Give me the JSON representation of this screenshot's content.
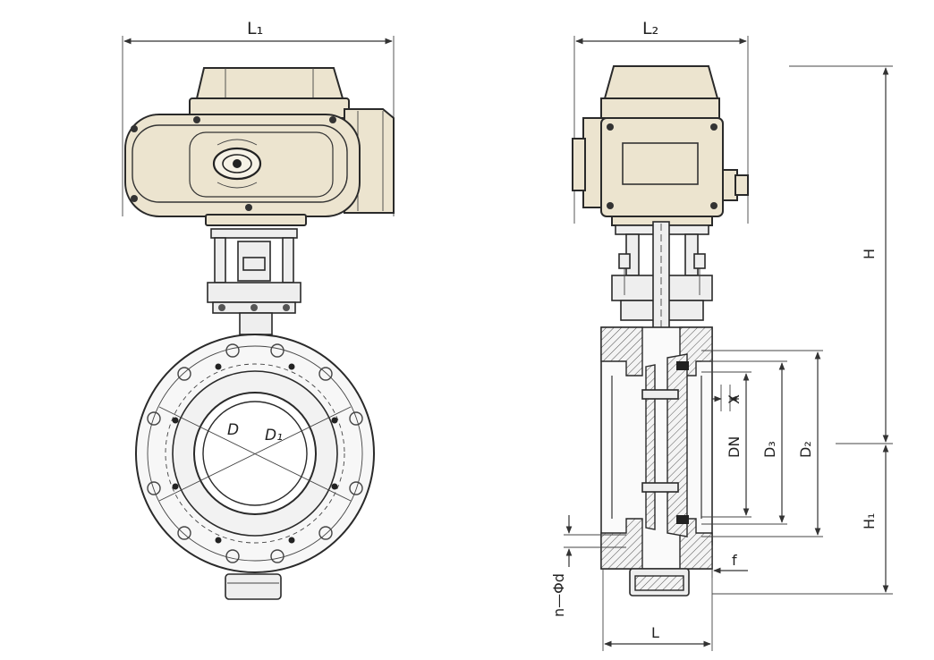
{
  "diagram": {
    "front_view": {
      "width_label": "L₁",
      "face_labels": {
        "bore": "D",
        "bolt_circle": "D₁"
      }
    },
    "side_view": {
      "width_label": "L₂",
      "height_labels": {
        "total": "H",
        "lower": "H₁"
      },
      "diameter_labels": {
        "x": "X",
        "dn": "DN",
        "d3": "D₃",
        "d2": "D₂"
      },
      "face_labels": {
        "flange_thickness": "f",
        "bolt_holes": "n—Φd",
        "length": "L"
      }
    },
    "colors": {
      "actuator_body": "#ece4cf",
      "line": "#2a2a2a",
      "background": "#ffffff"
    }
  }
}
